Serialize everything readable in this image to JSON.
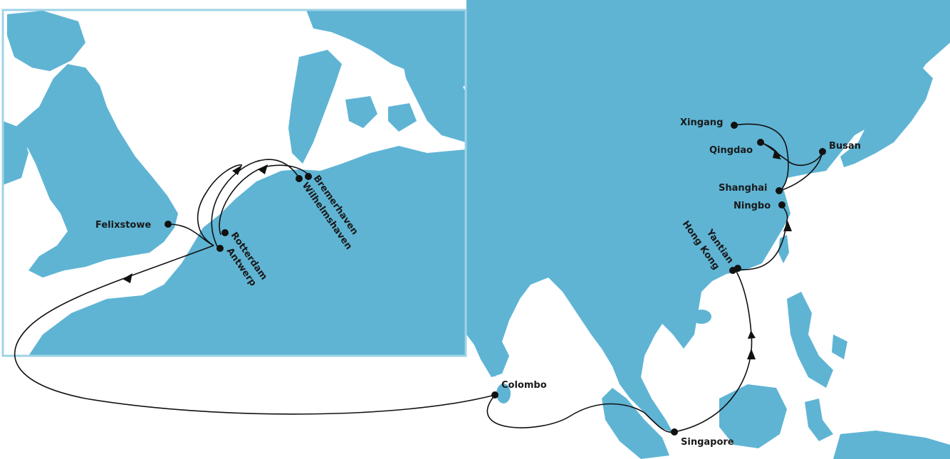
{
  "colors": {
    "water": "#ffffff",
    "land": "#5fb4d4",
    "inset_border": "#9fd3e6",
    "route": "#111111",
    "port_dot": "#111111",
    "label": "#1a1a1a"
  },
  "ports": {
    "felixstowe": "Felixstowe",
    "rotterdam": "Rotterdam",
    "antwerp": "Antwerp",
    "bremerhaven": "Bremerhaven",
    "wilhelmshaven": "Wilhelmshaven",
    "colombo": "Colombo",
    "singapore": "Singapore",
    "yantian": "Yantian",
    "hong_kong": "Hong Kong",
    "ningbo": "Ningbo",
    "shanghai": "Shanghai",
    "busan": "Busan",
    "qingdao": "Qingdao",
    "xingang": "Xingang"
  }
}
